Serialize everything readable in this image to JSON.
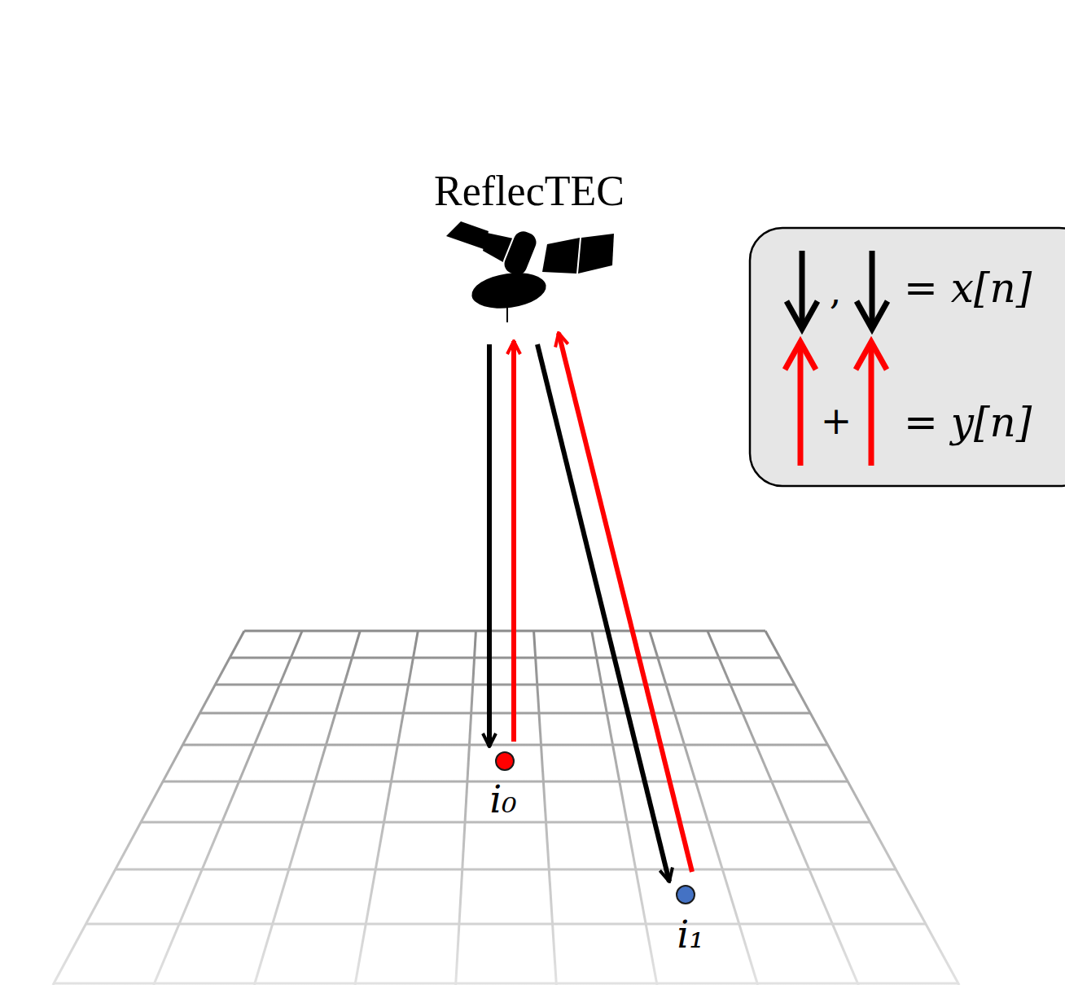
{
  "diagram": {
    "nodes": [
      {
        "text": [
          "ReflecTEC"
        ]
      },
      {
        "text": [
          "i₀"
        ]
      },
      {
        "text": [
          "i₁"
        ]
      }
    ],
    "edges": [
      {
        "from": 0,
        "to": 1,
        "arrow": "to"
      },
      {
        "from": 1,
        "to": 0,
        "arrow": "to"
      },
      {
        "from": 0,
        "to": 2,
        "arrow": "to"
      },
      {
        "from": 2,
        "to": 0,
        "arrow": "to"
      }
    ],
    "labels": [
      ",",
      "+"
    ],
    "legend": [
      {
        "text": "= x[n]"
      },
      {
        "text": "= y[n]"
      }
    ]
  }
}
